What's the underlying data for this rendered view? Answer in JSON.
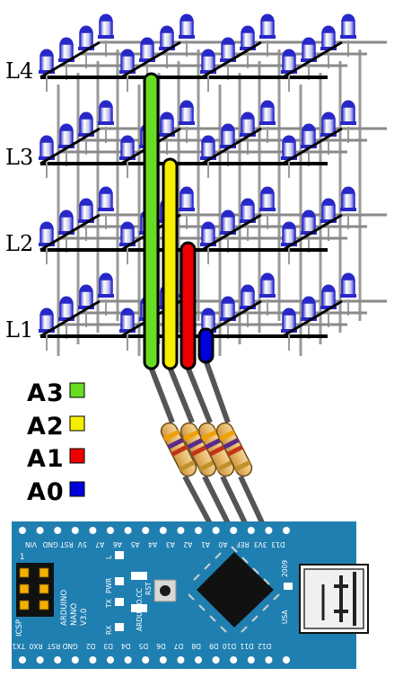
{
  "layer_labels": [
    "L4",
    "L3",
    "L2",
    "L1"
  ],
  "legend": [
    {
      "label": "A3",
      "color": "#66dd22"
    },
    {
      "label": "A2",
      "color": "#f5ee00"
    },
    {
      "label": "A1",
      "color": "#ee0000"
    },
    {
      "label": "A0",
      "color": "#0000dd"
    }
  ],
  "wires": [
    {
      "name": "A3",
      "color": "#66dd22"
    },
    {
      "name": "A2",
      "color": "#f5ee00"
    },
    {
      "name": "A1",
      "color": "#ee0000"
    },
    {
      "name": "A0",
      "color": "#0000dd"
    }
  ],
  "led_color": "#2828c8",
  "board": {
    "color": "#1f7fb0",
    "top_pins": [
      "VIN",
      "GND",
      "RST",
      "5V",
      "A7",
      "A6",
      "A5",
      "A4",
      "A3",
      "A2",
      "A1",
      "A0",
      "REF",
      "3V3",
      "D13"
    ],
    "bottom_pins": [
      "TX1",
      "RX0",
      "RST",
      "GND",
      "D2",
      "D3",
      "D4",
      "D5",
      "D6",
      "D7",
      "D8",
      "D9",
      "D10",
      "D11",
      "D12"
    ],
    "model_lines": [
      "ARDUINO",
      "NANO",
      "V3.0"
    ],
    "website": "ARDUINO.CC",
    "year": "2009",
    "country": "USA",
    "leds": [
      "L",
      "PWR",
      "TX",
      "RX"
    ],
    "reset_label": "RST",
    "icsp_label": "ICSP",
    "header_number": "1"
  }
}
